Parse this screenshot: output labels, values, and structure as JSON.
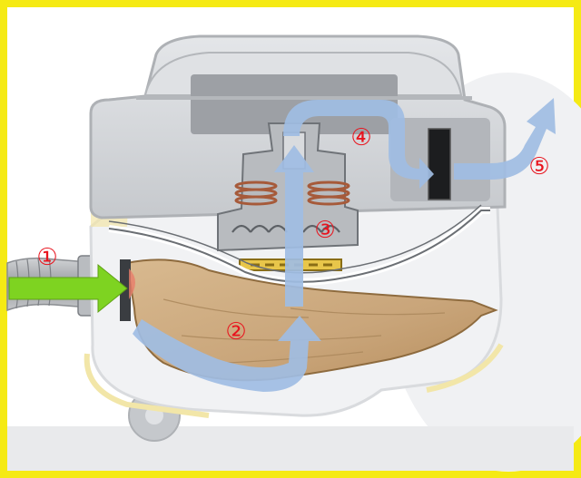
{
  "colors": {
    "frame": "#f5ea14",
    "label": "#e8141e",
    "airflow": "#9fbde3",
    "inlet": "#7ed321",
    "bag": "#c9a57a",
    "body": "#cdd0d4",
    "trim": "#f2e6a8"
  },
  "steps": [
    {
      "label": "①",
      "icon": "number-1-circle"
    },
    {
      "label": "②",
      "icon": "number-2-circle"
    },
    {
      "label": "③",
      "icon": "number-3-circle"
    },
    {
      "label": "④",
      "icon": "number-4-circle"
    },
    {
      "label": "⑤",
      "icon": "number-5-circle"
    }
  ]
}
